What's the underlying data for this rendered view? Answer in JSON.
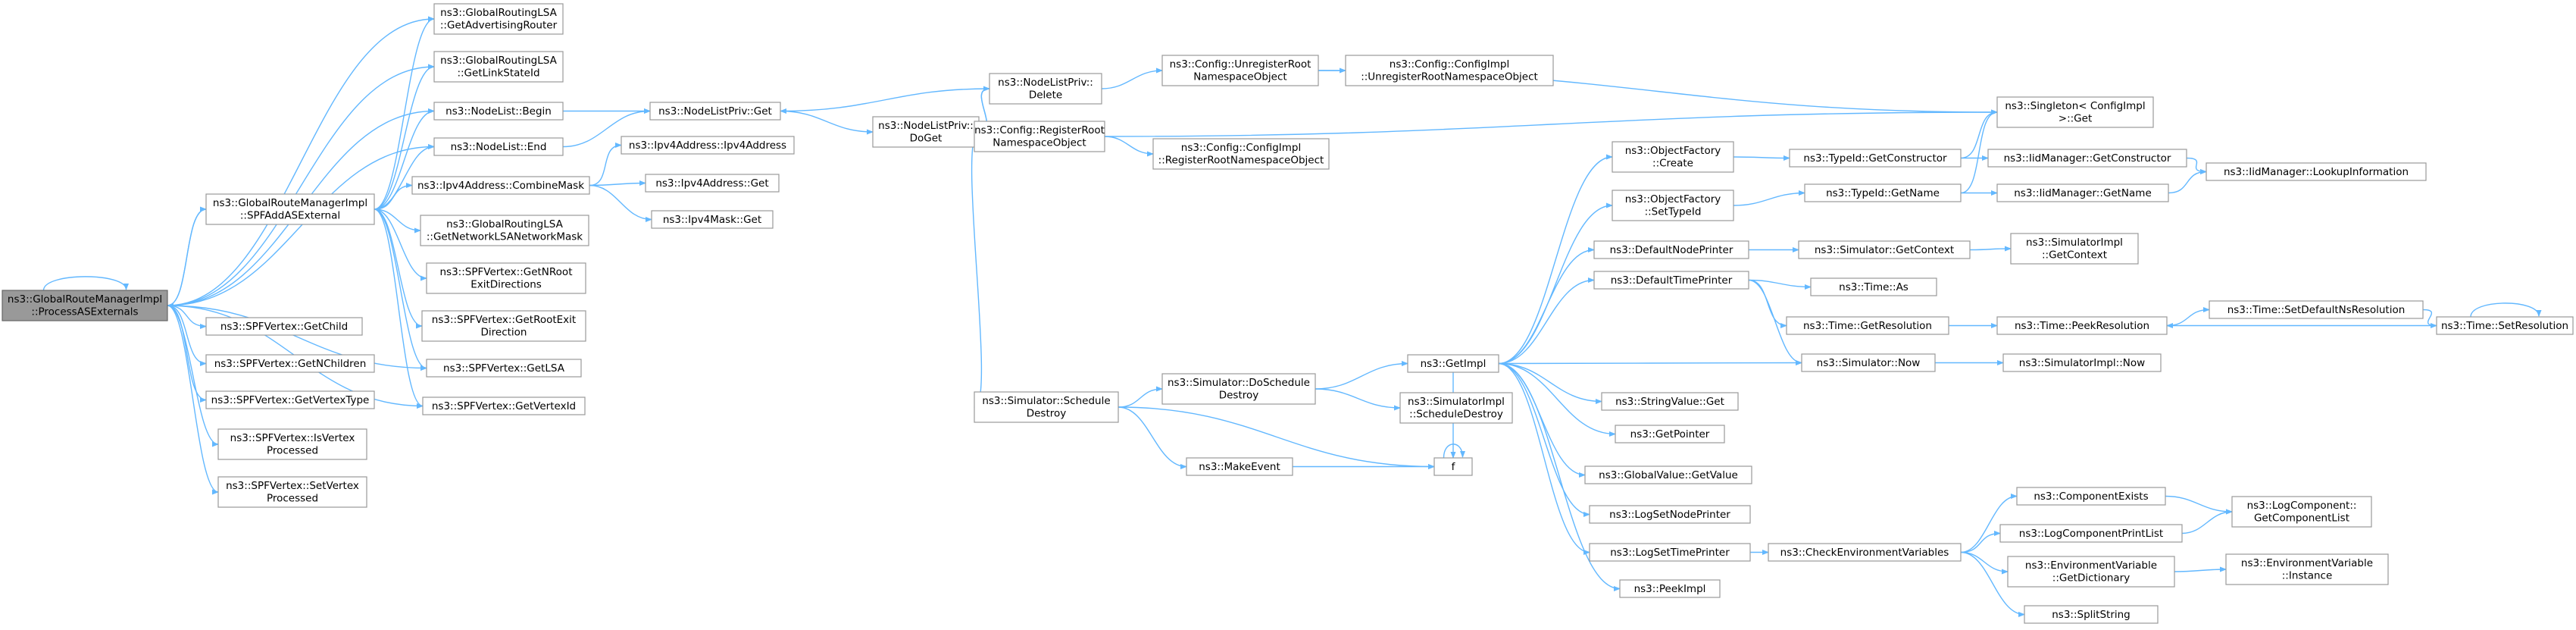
{
  "colors": {
    "edge": "#63b8ff",
    "node_border": "#999999",
    "root_fill": "#999999"
  },
  "nodes": [
    {
      "id": "root",
      "lines": [
        "ns3::GlobalRouteManagerImpl",
        "::ProcessASExternals"
      ],
      "root": true
    },
    {
      "id": "lsa_adv",
      "lines": [
        "ns3::GlobalRoutingLSA",
        "::GetAdvertisingRouter"
      ]
    },
    {
      "id": "lsa_link",
      "lines": [
        "ns3::GlobalRoutingLSA",
        "::GetLinkStateId"
      ]
    },
    {
      "id": "nl_begin",
      "lines": [
        "ns3::NodeList::Begin"
      ]
    },
    {
      "id": "nl_end",
      "lines": [
        "ns3::NodeList::End"
      ]
    },
    {
      "id": "spfadd",
      "lines": [
        "ns3::GlobalRouteManagerImpl",
        "::SPFAddASExternal"
      ]
    },
    {
      "id": "ipv4_combine",
      "lines": [
        "ns3::Ipv4Address::CombineMask"
      ]
    },
    {
      "id": "lsa_mask",
      "lines": [
        "ns3::GlobalRoutingLSA",
        "::GetNetworkLSANetworkMask"
      ]
    },
    {
      "id": "spf_nroot",
      "lines": [
        "ns3::SPFVertex::GetNRoot",
        "ExitDirections"
      ]
    },
    {
      "id": "spf_rootexit",
      "lines": [
        "ns3::SPFVertex::GetRootExit",
        "Direction"
      ]
    },
    {
      "id": "spf_getlsa",
      "lines": [
        "ns3::SPFVertex::GetLSA"
      ]
    },
    {
      "id": "spf_vid",
      "lines": [
        "ns3::SPFVertex::GetVertexId"
      ]
    },
    {
      "id": "spf_child",
      "lines": [
        "ns3::SPFVertex::GetChild"
      ]
    },
    {
      "id": "spf_nchildren",
      "lines": [
        "ns3::SPFVertex::GetNChildren"
      ]
    },
    {
      "id": "spf_vtype",
      "lines": [
        "ns3::SPFVertex::GetVertexType"
      ]
    },
    {
      "id": "spf_isproc",
      "lines": [
        "ns3::SPFVertex::IsVertex",
        "Processed"
      ]
    },
    {
      "id": "spf_setproc",
      "lines": [
        "ns3::SPFVertex::SetVertex",
        "Processed"
      ]
    },
    {
      "id": "nlp_get",
      "lines": [
        "ns3::NodeListPriv::Get"
      ]
    },
    {
      "id": "ipv4_ctor",
      "lines": [
        "ns3::Ipv4Address::Ipv4Address"
      ]
    },
    {
      "id": "ipv4_get",
      "lines": [
        "ns3::Ipv4Address::Get"
      ]
    },
    {
      "id": "mask_get",
      "lines": [
        "ns3::Ipv4Mask::Get"
      ]
    },
    {
      "id": "nlp_doget",
      "lines": [
        "ns3::NodeListPriv::",
        "DoGet"
      ]
    },
    {
      "id": "nlp_delete",
      "lines": [
        "ns3::NodeListPriv::",
        "Delete"
      ]
    },
    {
      "id": "cfg_unreg",
      "lines": [
        "ns3::Config::UnregisterRoot",
        "NamespaceObject"
      ]
    },
    {
      "id": "cfg_reg",
      "lines": [
        "ns3::Config::RegisterRoot",
        "NamespaceObject"
      ]
    },
    {
      "id": "cfgimpl_unreg",
      "lines": [
        "ns3::Config::ConfigImpl",
        "::UnregisterRootNamespaceObject"
      ]
    },
    {
      "id": "cfgimpl_reg",
      "lines": [
        "ns3::Config::ConfigImpl",
        "::RegisterRootNamespaceObject"
      ]
    },
    {
      "id": "singleton",
      "lines": [
        "ns3::Singleton< ConfigImpl",
        ">::Get"
      ]
    },
    {
      "id": "sim_sched",
      "lines": [
        "ns3::Simulator::Schedule",
        "Destroy"
      ]
    },
    {
      "id": "sim_dosched",
      "lines": [
        "ns3::Simulator::DoSchedule",
        "Destroy"
      ]
    },
    {
      "id": "makeevent",
      "lines": [
        "ns3::MakeEvent"
      ]
    },
    {
      "id": "getimpl",
      "lines": [
        "ns3::GetImpl"
      ]
    },
    {
      "id": "simimpl_sched",
      "lines": [
        "ns3::SimulatorImpl",
        "::ScheduleDestroy"
      ]
    },
    {
      "id": "f",
      "lines": [
        "f"
      ]
    },
    {
      "id": "of_create",
      "lines": [
        "ns3::ObjectFactory",
        "::Create"
      ]
    },
    {
      "id": "of_settype",
      "lines": [
        "ns3::ObjectFactory",
        "::SetTypeId"
      ]
    },
    {
      "id": "def_node",
      "lines": [
        "ns3::DefaultNodePrinter"
      ]
    },
    {
      "id": "def_time",
      "lines": [
        "ns3::DefaultTimePrinter"
      ]
    },
    {
      "id": "sv_get",
      "lines": [
        "ns3::StringValue::Get"
      ]
    },
    {
      "id": "getpointer",
      "lines": [
        "ns3::GetPointer"
      ]
    },
    {
      "id": "gv_get",
      "lines": [
        "ns3::GlobalValue::GetValue"
      ]
    },
    {
      "id": "log_node",
      "lines": [
        "ns3::LogSetNodePrinter"
      ]
    },
    {
      "id": "log_time",
      "lines": [
        "ns3::LogSetTimePrinter"
      ]
    },
    {
      "id": "peekimpl",
      "lines": [
        "ns3::PeekImpl"
      ]
    },
    {
      "id": "tid_getctor",
      "lines": [
        "ns3::TypeId::GetConstructor"
      ]
    },
    {
      "id": "tid_getname",
      "lines": [
        "ns3::TypeId::GetName"
      ]
    },
    {
      "id": "sim_getctx",
      "lines": [
        "ns3::Simulator::GetContext"
      ]
    },
    {
      "id": "time_as",
      "lines": [
        "ns3::Time::As"
      ]
    },
    {
      "id": "time_getres",
      "lines": [
        "ns3::Time::GetResolution"
      ]
    },
    {
      "id": "sim_now",
      "lines": [
        "ns3::Simulator::Now"
      ]
    },
    {
      "id": "check_env",
      "lines": [
        "ns3::CheckEnvironmentVariables"
      ]
    },
    {
      "id": "iid_getctor",
      "lines": [
        "ns3::IidManager::GetConstructor"
      ]
    },
    {
      "id": "iid_getname",
      "lines": [
        "ns3::IidManager::GetName"
      ]
    },
    {
      "id": "simimpl_ctx",
      "lines": [
        "ns3::SimulatorImpl",
        "::GetContext"
      ]
    },
    {
      "id": "time_peek",
      "lines": [
        "ns3::Time::PeekResolution"
      ]
    },
    {
      "id": "simimpl_now",
      "lines": [
        "ns3::SimulatorImpl::Now"
      ]
    },
    {
      "id": "comp_exists",
      "lines": [
        "ns3::ComponentExists"
      ]
    },
    {
      "id": "logcomp_print",
      "lines": [
        "ns3::LogComponentPrintList"
      ]
    },
    {
      "id": "envvar_dict",
      "lines": [
        "ns3::EnvironmentVariable",
        "::GetDictionary"
      ]
    },
    {
      "id": "splitstring",
      "lines": [
        "ns3::SplitString"
      ]
    },
    {
      "id": "iid_lookup",
      "lines": [
        "ns3::IidManager::LookupInformation"
      ]
    },
    {
      "id": "time_setdefault",
      "lines": [
        "ns3::Time::SetDefaultNsResolution"
      ]
    },
    {
      "id": "time_setres",
      "lines": [
        "ns3::Time::SetResolution"
      ]
    },
    {
      "id": "logcomp_list",
      "lines": [
        "ns3::LogComponent::",
        "GetComponentList"
      ]
    },
    {
      "id": "envvar_inst",
      "lines": [
        "ns3::EnvironmentVariable",
        "::Instance"
      ]
    }
  ],
  "edges": [
    [
      "root",
      "root"
    ],
    [
      "root",
      "lsa_adv"
    ],
    [
      "root",
      "lsa_link"
    ],
    [
      "root",
      "nl_begin"
    ],
    [
      "root",
      "nl_end"
    ],
    [
      "root",
      "spfadd"
    ],
    [
      "root",
      "spf_getlsa"
    ],
    [
      "root",
      "spf_vid"
    ],
    [
      "root",
      "spf_child"
    ],
    [
      "root",
      "spf_nchildren"
    ],
    [
      "root",
      "spf_vtype"
    ],
    [
      "root",
      "spf_isproc"
    ],
    [
      "root",
      "spf_setproc"
    ],
    [
      "spfadd",
      "root"
    ],
    [
      "spfadd",
      "lsa_adv"
    ],
    [
      "spfadd",
      "lsa_link"
    ],
    [
      "spfadd",
      "nl_begin"
    ],
    [
      "spfadd",
      "nl_end"
    ],
    [
      "spfadd",
      "ipv4_combine"
    ],
    [
      "spfadd",
      "lsa_mask"
    ],
    [
      "spfadd",
      "spf_nroot"
    ],
    [
      "spfadd",
      "spf_rootexit"
    ],
    [
      "spfadd",
      "spf_getlsa"
    ],
    [
      "spfadd",
      "spf_vid"
    ],
    [
      "nl_begin",
      "nlp_get"
    ],
    [
      "nl_end",
      "nlp_get"
    ],
    [
      "ipv4_combine",
      "ipv4_ctor"
    ],
    [
      "ipv4_combine",
      "ipv4_get"
    ],
    [
      "ipv4_combine",
      "mask_get"
    ],
    [
      "nlp_get",
      "nlp_doget"
    ],
    [
      "nlp_doget",
      "nlp_delete"
    ],
    [
      "nlp_delete",
      "nlp_get"
    ],
    [
      "nlp_delete",
      "nlp_doget"
    ],
    [
      "nlp_delete",
      "cfg_unreg"
    ],
    [
      "nlp_doget",
      "cfg_reg"
    ],
    [
      "nlp_doget",
      "sim_sched"
    ],
    [
      "cfg_unreg",
      "cfgimpl_unreg"
    ],
    [
      "cfg_unreg",
      "singleton"
    ],
    [
      "cfg_reg",
      "cfgimpl_reg"
    ],
    [
      "cfg_reg",
      "singleton"
    ],
    [
      "sim_sched",
      "sim_dosched"
    ],
    [
      "sim_sched",
      "makeevent"
    ],
    [
      "sim_sched",
      "f"
    ],
    [
      "sim_dosched",
      "getimpl"
    ],
    [
      "sim_dosched",
      "simimpl_sched"
    ],
    [
      "makeevent",
      "f"
    ],
    [
      "f",
      "f"
    ],
    [
      "getimpl",
      "of_create"
    ],
    [
      "getimpl",
      "of_settype"
    ],
    [
      "getimpl",
      "def_node"
    ],
    [
      "getimpl",
      "def_time"
    ],
    [
      "getimpl",
      "sim_now"
    ],
    [
      "getimpl",
      "sv_get"
    ],
    [
      "getimpl",
      "getpointer"
    ],
    [
      "getimpl",
      "gv_get"
    ],
    [
      "getimpl",
      "log_node"
    ],
    [
      "getimpl",
      "log_time"
    ],
    [
      "getimpl",
      "peekimpl"
    ],
    [
      "getimpl",
      "f"
    ],
    [
      "of_create",
      "tid_getctor"
    ],
    [
      "of_settype",
      "tid_getname"
    ],
    [
      "def_node",
      "sim_getctx"
    ],
    [
      "def_time",
      "time_as"
    ],
    [
      "def_time",
      "time_getres"
    ],
    [
      "def_time",
      "sim_now"
    ],
    [
      "log_time",
      "check_env"
    ],
    [
      "tid_getctor",
      "singleton"
    ],
    [
      "tid_getctor",
      "iid_getctor"
    ],
    [
      "tid_getname",
      "singleton"
    ],
    [
      "tid_getname",
      "iid_getname"
    ],
    [
      "sim_getctx",
      "simimpl_ctx"
    ],
    [
      "time_getres",
      "time_peek"
    ],
    [
      "sim_now",
      "simimpl_now"
    ],
    [
      "check_env",
      "comp_exists"
    ],
    [
      "check_env",
      "logcomp_print"
    ],
    [
      "check_env",
      "envvar_dict"
    ],
    [
      "check_env",
      "splitstring"
    ],
    [
      "iid_getctor",
      "iid_lookup"
    ],
    [
      "iid_getname",
      "iid_lookup"
    ],
    [
      "time_peek",
      "time_setdefault"
    ],
    [
      "time_setdefault",
      "time_setres"
    ],
    [
      "time_setres",
      "time_peek"
    ],
    [
      "time_setres",
      "time_setres"
    ],
    [
      "comp_exists",
      "logcomp_list"
    ],
    [
      "logcomp_print",
      "logcomp_list"
    ],
    [
      "envvar_dict",
      "envvar_inst"
    ]
  ]
}
